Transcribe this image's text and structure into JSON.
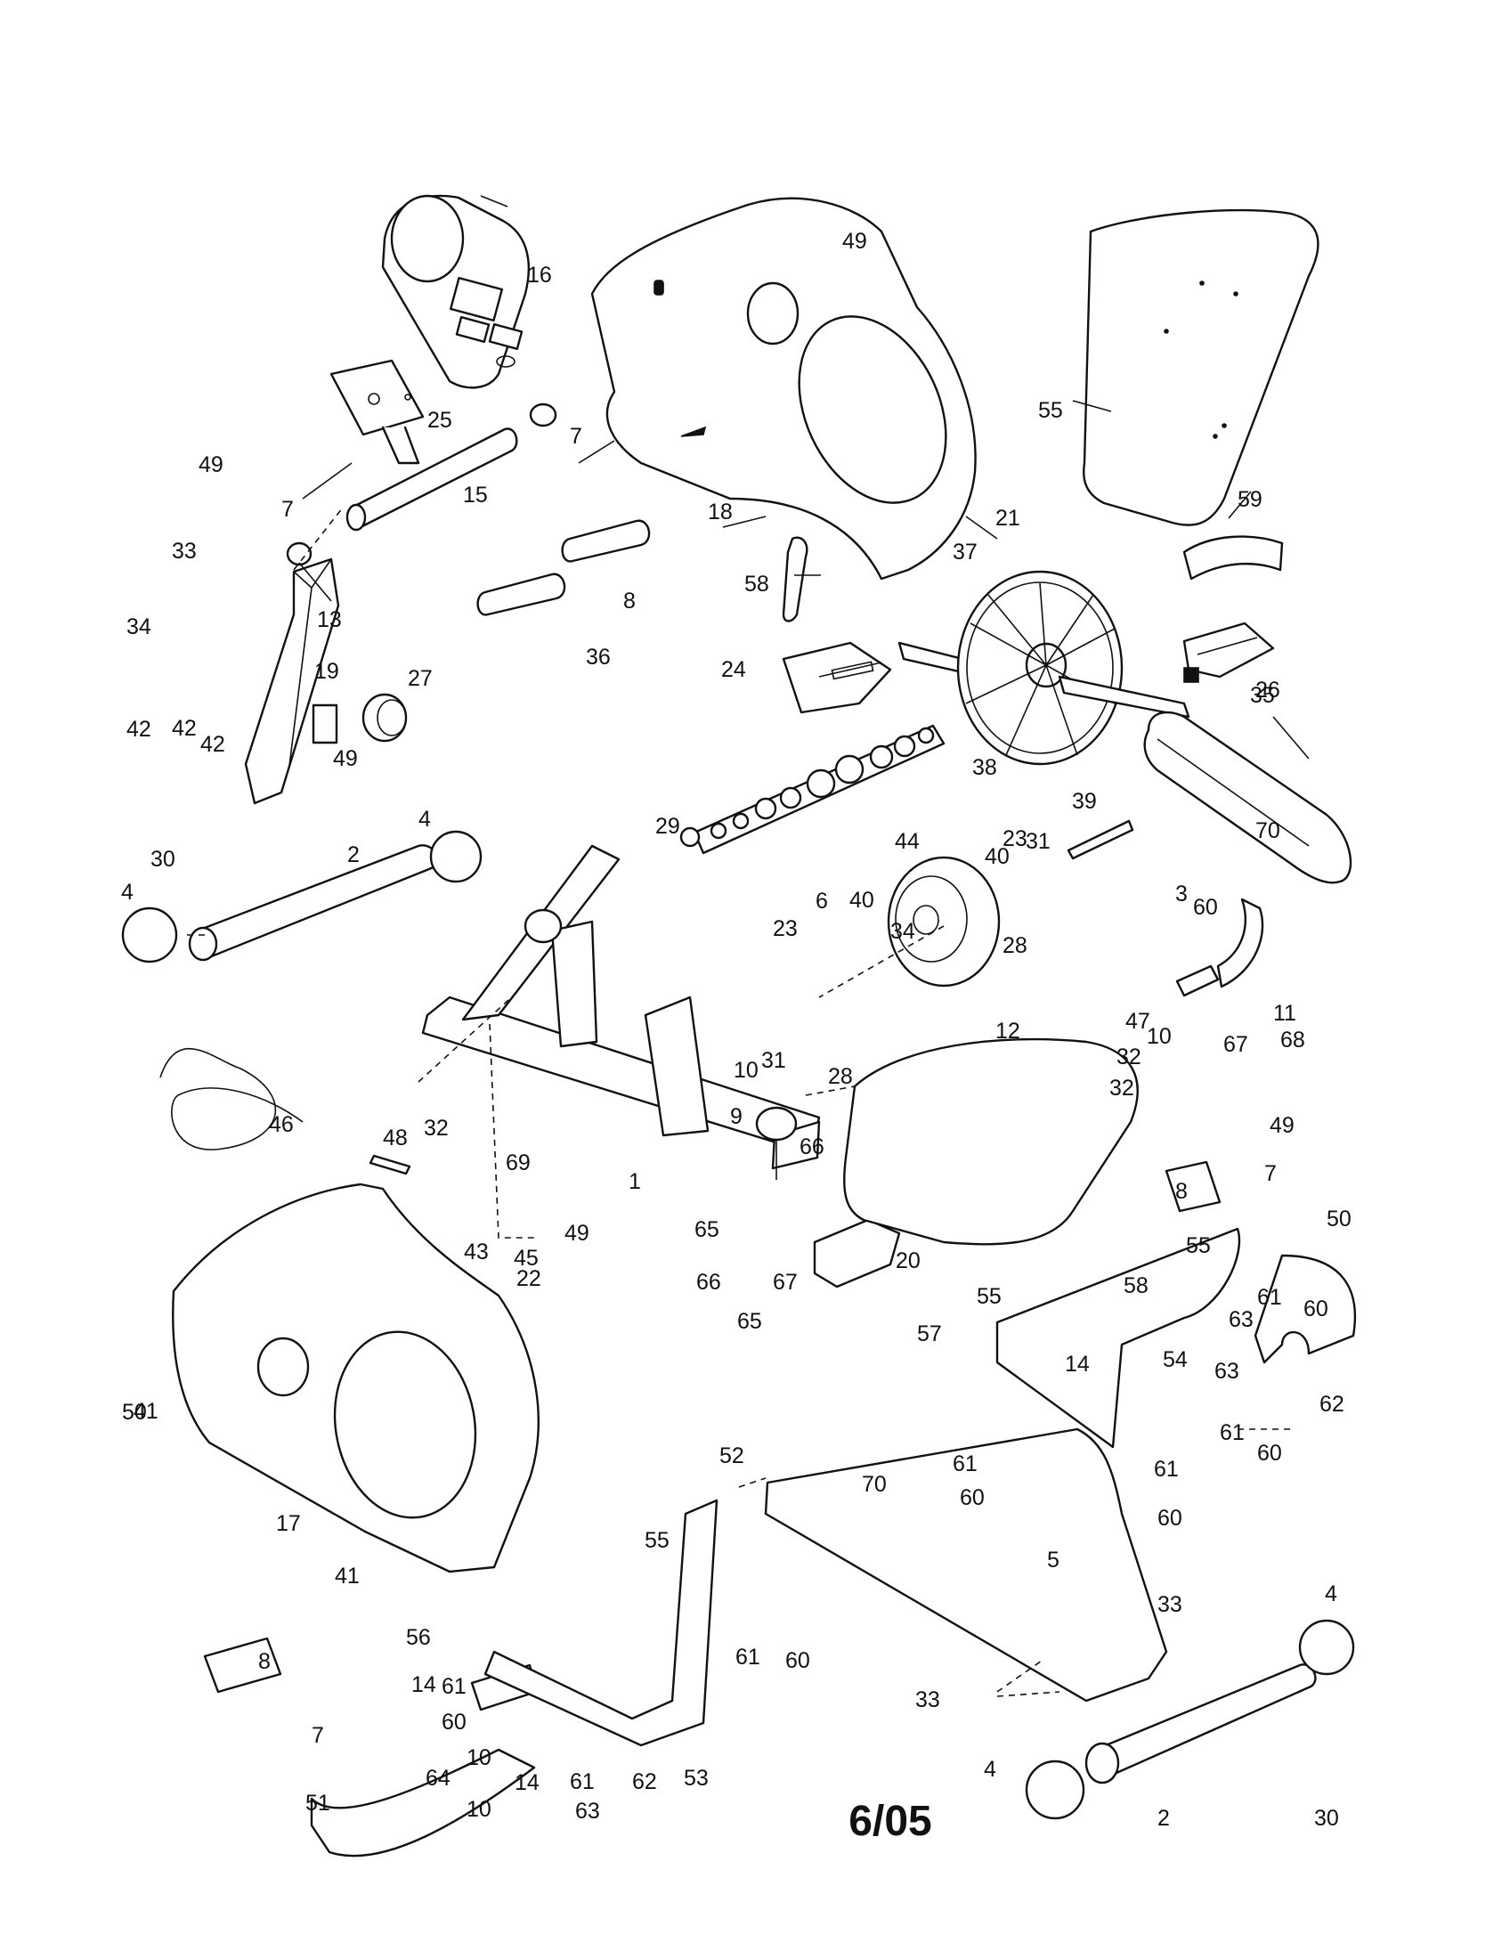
{
  "diagram": {
    "revision": "6/05",
    "callouts": [
      {
        "id": "1",
        "label": "1"
      },
      {
        "id": "2a",
        "label": "2"
      },
      {
        "id": "2b",
        "label": "2"
      },
      {
        "id": "3",
        "label": "3"
      },
      {
        "id": "4a",
        "label": "4"
      },
      {
        "id": "4b",
        "label": "4"
      },
      {
        "id": "4c",
        "label": "4"
      },
      {
        "id": "4d",
        "label": "4"
      },
      {
        "id": "5",
        "label": "5"
      },
      {
        "id": "6",
        "label": "6"
      },
      {
        "id": "7a",
        "label": "7"
      },
      {
        "id": "7b",
        "label": "7"
      },
      {
        "id": "7c",
        "label": "7"
      },
      {
        "id": "7d",
        "label": "7"
      },
      {
        "id": "8a",
        "label": "8"
      },
      {
        "id": "8b",
        "label": "8"
      },
      {
        "id": "8c",
        "label": "8"
      },
      {
        "id": "9",
        "label": "9"
      },
      {
        "id": "10a",
        "label": "10"
      },
      {
        "id": "10b",
        "label": "10"
      },
      {
        "id": "10c",
        "label": "10"
      },
      {
        "id": "10d",
        "label": "10"
      },
      {
        "id": "11",
        "label": "11"
      },
      {
        "id": "12",
        "label": "12"
      },
      {
        "id": "13",
        "label": "13"
      },
      {
        "id": "14a",
        "label": "14"
      },
      {
        "id": "14b",
        "label": "14"
      },
      {
        "id": "14c",
        "label": "14"
      },
      {
        "id": "15",
        "label": "15"
      },
      {
        "id": "16",
        "label": "16"
      },
      {
        "id": "17",
        "label": "17"
      },
      {
        "id": "18",
        "label": "18"
      },
      {
        "id": "19",
        "label": "19"
      },
      {
        "id": "20",
        "label": "20"
      },
      {
        "id": "21",
        "label": "21"
      },
      {
        "id": "22",
        "label": "22"
      },
      {
        "id": "23a",
        "label": "23"
      },
      {
        "id": "23b",
        "label": "23"
      },
      {
        "id": "24",
        "label": "24"
      },
      {
        "id": "25",
        "label": "25"
      },
      {
        "id": "26",
        "label": "26"
      },
      {
        "id": "27",
        "label": "27"
      },
      {
        "id": "28a",
        "label": "28"
      },
      {
        "id": "28b",
        "label": "28"
      },
      {
        "id": "29",
        "label": "29"
      },
      {
        "id": "30a",
        "label": "30"
      },
      {
        "id": "30b",
        "label": "30"
      },
      {
        "id": "31a",
        "label": "31"
      },
      {
        "id": "31b",
        "label": "31"
      },
      {
        "id": "32a",
        "label": "32"
      },
      {
        "id": "32b",
        "label": "32"
      },
      {
        "id": "32c",
        "label": "32"
      },
      {
        "id": "33a",
        "label": "33"
      },
      {
        "id": "33b",
        "label": "33"
      },
      {
        "id": "33c",
        "label": "33"
      },
      {
        "id": "34a",
        "label": "34"
      },
      {
        "id": "34b",
        "label": "34"
      },
      {
        "id": "35",
        "label": "35"
      },
      {
        "id": "36",
        "label": "36"
      },
      {
        "id": "37",
        "label": "37"
      },
      {
        "id": "38",
        "label": "38"
      },
      {
        "id": "39",
        "label": "39"
      },
      {
        "id": "40a",
        "label": "40"
      },
      {
        "id": "40b",
        "label": "40"
      },
      {
        "id": "41a",
        "label": "41"
      },
      {
        "id": "41b",
        "label": "41"
      },
      {
        "id": "42a",
        "label": "42"
      },
      {
        "id": "42b",
        "label": "42"
      },
      {
        "id": "42c",
        "label": "42"
      },
      {
        "id": "43",
        "label": "43"
      },
      {
        "id": "44",
        "label": "44"
      },
      {
        "id": "45",
        "label": "45"
      },
      {
        "id": "46",
        "label": "46"
      },
      {
        "id": "47",
        "label": "47"
      },
      {
        "id": "48",
        "label": "48"
      },
      {
        "id": "49a",
        "label": "49"
      },
      {
        "id": "49b",
        "label": "49"
      },
      {
        "id": "49c",
        "label": "49"
      },
      {
        "id": "49d",
        "label": "49"
      },
      {
        "id": "49e",
        "label": "49"
      },
      {
        "id": "50a",
        "label": "50"
      },
      {
        "id": "50b",
        "label": "50"
      },
      {
        "id": "51",
        "label": "51"
      },
      {
        "id": "52",
        "label": "52"
      },
      {
        "id": "53",
        "label": "53"
      },
      {
        "id": "54",
        "label": "54"
      },
      {
        "id": "55a",
        "label": "55"
      },
      {
        "id": "55b",
        "label": "55"
      },
      {
        "id": "55c",
        "label": "55"
      },
      {
        "id": "55d",
        "label": "55"
      },
      {
        "id": "56",
        "label": "56"
      },
      {
        "id": "57",
        "label": "57"
      },
      {
        "id": "58a",
        "label": "58"
      },
      {
        "id": "58b",
        "label": "58"
      },
      {
        "id": "59",
        "label": "59"
      },
      {
        "id": "60a",
        "label": "60"
      },
      {
        "id": "60b",
        "label": "60"
      },
      {
        "id": "60c",
        "label": "60"
      },
      {
        "id": "60d",
        "label": "60"
      },
      {
        "id": "60e",
        "label": "60"
      },
      {
        "id": "60f",
        "label": "60"
      },
      {
        "id": "60g",
        "label": "60"
      },
      {
        "id": "61a",
        "label": "61"
      },
      {
        "id": "61b",
        "label": "61"
      },
      {
        "id": "61c",
        "label": "61"
      },
      {
        "id": "61d",
        "label": "61"
      },
      {
        "id": "61e",
        "label": "61"
      },
      {
        "id": "61f",
        "label": "61"
      },
      {
        "id": "61g",
        "label": "61"
      },
      {
        "id": "62a",
        "label": "62"
      },
      {
        "id": "62b",
        "label": "62"
      },
      {
        "id": "63a",
        "label": "63"
      },
      {
        "id": "63b",
        "label": "63"
      },
      {
        "id": "63c",
        "label": "63"
      },
      {
        "id": "64",
        "label": "64"
      },
      {
        "id": "65a",
        "label": "65"
      },
      {
        "id": "65b",
        "label": "65"
      },
      {
        "id": "66a",
        "label": "66"
      },
      {
        "id": "66b",
        "label": "66"
      },
      {
        "id": "67a",
        "label": "67"
      },
      {
        "id": "67b",
        "label": "67"
      },
      {
        "id": "68",
        "label": "68"
      },
      {
        "id": "69",
        "label": "69"
      },
      {
        "id": "70a",
        "label": "70"
      },
      {
        "id": "70b",
        "label": "70"
      }
    ]
  }
}
